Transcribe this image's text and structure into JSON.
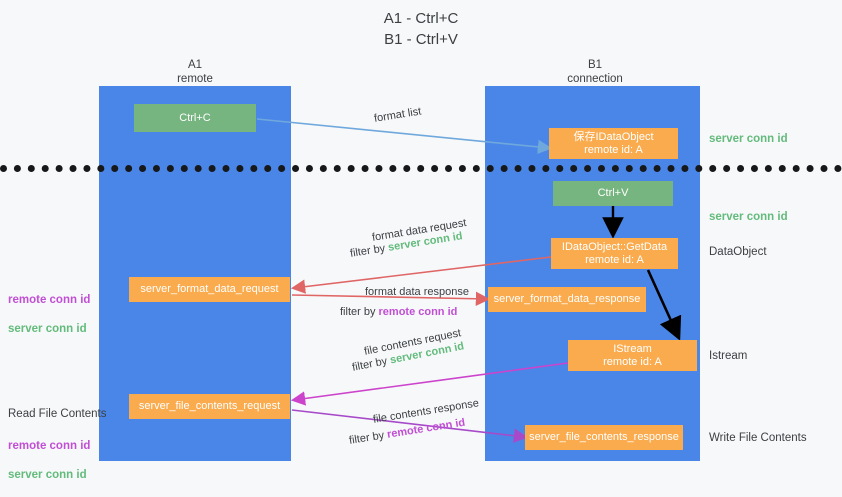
{
  "title": "A1 - Ctrl+C\nB1 - Ctrl+V",
  "colors": {
    "lane": "#4a86e8",
    "green_box": "#76b57f",
    "orange_box": "#f9ab4e",
    "server_conn_id": "#63bb7c",
    "remote_conn_id": "#c14fd4",
    "blue_arrow": "#6fa8dc",
    "red_arrow": "#e06666",
    "magenta_arrow": "#cc44cc",
    "purple_arrow": "#a64ac9",
    "black_arrow": "#000000",
    "divider": "#17181a",
    "background": "#f7f8fa"
  },
  "columns": [
    {
      "name": "A1",
      "subtitle": "remote",
      "header": "A1\nremote"
    },
    {
      "name": "B1",
      "subtitle": "connection",
      "header": "B1\nconnection"
    }
  ],
  "boxes": [
    {
      "id": "ctrl-c",
      "lane": "A1",
      "style": "green",
      "label": "Ctrl+C"
    },
    {
      "id": "save-idataobject",
      "lane": "B1",
      "style": "orange",
      "label": "保存IDataObject\nremote id: A"
    },
    {
      "id": "ctrl-v",
      "lane": "B1",
      "style": "green",
      "label": "Ctrl+V"
    },
    {
      "id": "idataobject-getdata",
      "lane": "B1",
      "style": "orange",
      "label": "IDataObject::GetData\nremote id: A"
    },
    {
      "id": "server-format-data-request",
      "lane": "A1",
      "style": "orange",
      "label": "server_format_data_request"
    },
    {
      "id": "server-format-data-response",
      "lane": "B1",
      "style": "orange",
      "label": "server_format_data_response"
    },
    {
      "id": "istream",
      "lane": "B1",
      "style": "orange",
      "label": "IStream\nremote id: A"
    },
    {
      "id": "server-file-contents-request",
      "lane": "A1",
      "style": "orange",
      "label": "server_file_contents_request"
    },
    {
      "id": "server-file-contents-response",
      "lane": "B1",
      "style": "orange",
      "label": "server_file_contents_response"
    }
  ],
  "arrow_labels": [
    {
      "id": "format-list",
      "text": "format list"
    },
    {
      "id": "format-data-request",
      "text": "format data request"
    },
    {
      "id": "format-data-request-filter",
      "prefix": "filter by ",
      "token": "server conn id"
    },
    {
      "id": "format-data-response",
      "text": "format data response"
    },
    {
      "id": "format-data-response-filter",
      "prefix": "filter by ",
      "token": "remote conn id"
    },
    {
      "id": "file-contents-request",
      "text": "file contents request"
    },
    {
      "id": "file-contents-request-filter",
      "prefix": "filter by ",
      "token": "server conn id"
    },
    {
      "id": "file-contents-response",
      "text": "file contents response"
    },
    {
      "id": "file-contents-response-filter",
      "prefix": "filter by ",
      "token": "remote conn id"
    }
  ],
  "right_labels": [
    {
      "id": "server-conn-id-top",
      "text": "server conn id",
      "kind": "server"
    },
    {
      "id": "server-conn-id-mid",
      "text": "server conn id",
      "kind": "server"
    },
    {
      "id": "dataobject",
      "text": "DataObject",
      "kind": "plain"
    },
    {
      "id": "istream-label",
      "text": "Istream",
      "kind": "plain"
    },
    {
      "id": "write-file-contents",
      "text": "Write File Contents",
      "kind": "plain"
    }
  ],
  "left_labels": [
    {
      "id": "conn-ids-format",
      "remote": "remote conn id",
      "server": "server conn id"
    },
    {
      "id": "read-file-contents",
      "title": "Read File Contents",
      "remote": "remote conn id",
      "server": "server conn id"
    }
  ]
}
